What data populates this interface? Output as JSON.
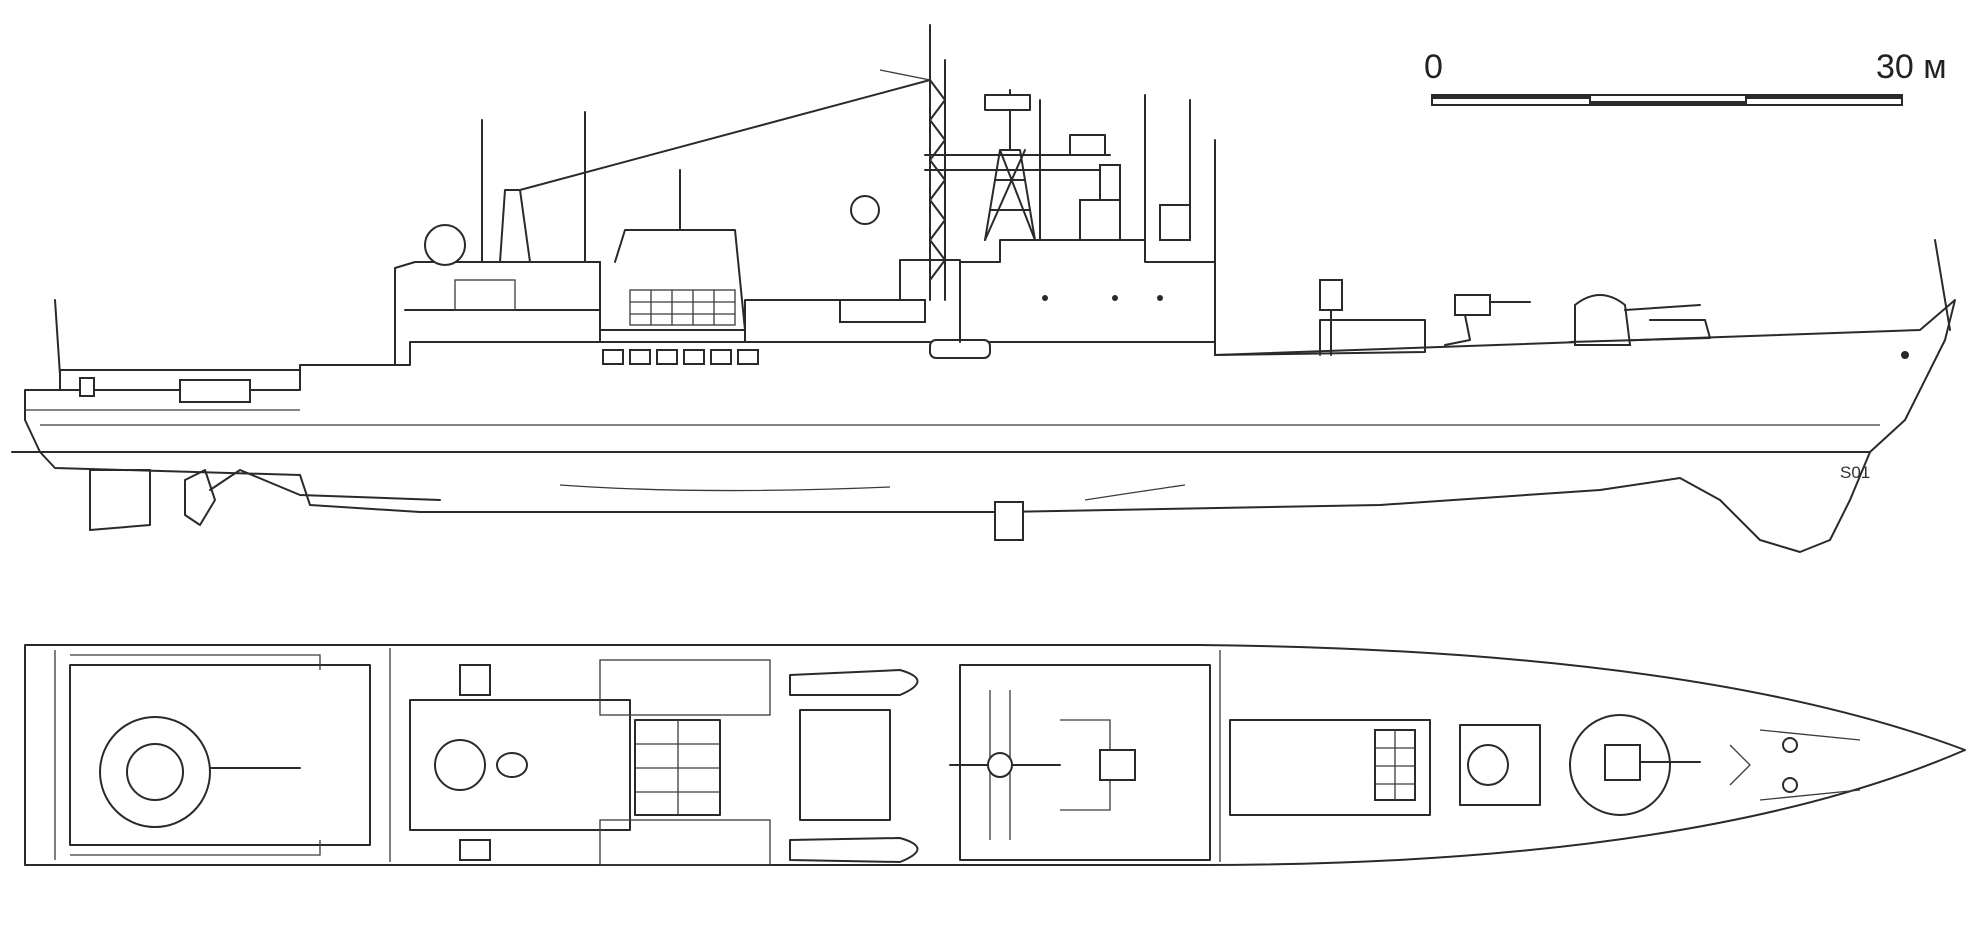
{
  "scale_bar": {
    "start_label": "0",
    "end_label": "30 м"
  },
  "hull_marking": "S01",
  "views": [
    {
      "id": "side-elevation"
    },
    {
      "id": "plan-view"
    }
  ],
  "colors": {
    "ink": "#2a2a2a",
    "paper": "#ffffff"
  }
}
